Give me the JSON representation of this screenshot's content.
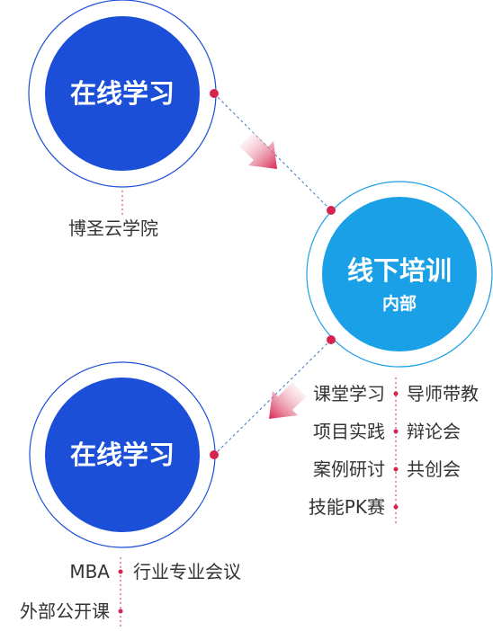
{
  "colors": {
    "dark_blue": "#1b4fd8",
    "light_blue": "#1aa0e6",
    "ring": "#1b4fd8",
    "dot": "#d6244f",
    "dash": "#3a78c4",
    "text": "#333333"
  },
  "nodes": {
    "top": {
      "title": "在线学习",
      "label": "博圣云学院"
    },
    "middle": {
      "title": "线下培训",
      "subtitle": "内部"
    },
    "bottom": {
      "title": "在线学习"
    }
  },
  "middle_items_left": [
    "课堂学习",
    "项目实践",
    "案例研讨",
    "技能PK赛"
  ],
  "middle_items_right": [
    "导师带教",
    "辩论会",
    "共创会"
  ],
  "bottom_items_left": [
    "MBA",
    "外部公开课"
  ],
  "bottom_items_right": [
    "行业专业会议"
  ]
}
